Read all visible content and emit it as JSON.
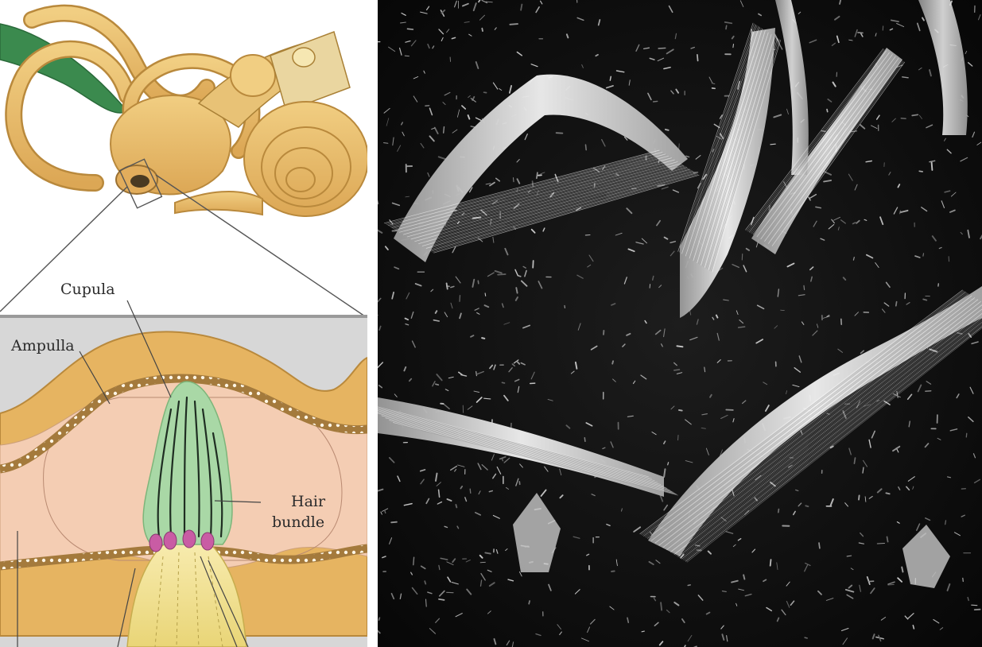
{
  "labels": {
    "cupula": "Cupula",
    "ampulla": "Ampulla",
    "hair_line1": "Hair",
    "hair_line2": "bundle"
  },
  "colors": {
    "bone": "#e6b461",
    "bone_light": "#f1ce82",
    "bone_outline": "#b9893c",
    "green_duct": "#3b8a4e",
    "cupula": "#a9d8a6",
    "ampulla_fill": "#f4cdb3",
    "gray_bg": "#d7d7d7",
    "hair_cell": "#c95ca4",
    "nerve": "#f1e48f",
    "sem_bg": "#0c0c0c",
    "sem_bundle": "#e6e6e6"
  }
}
